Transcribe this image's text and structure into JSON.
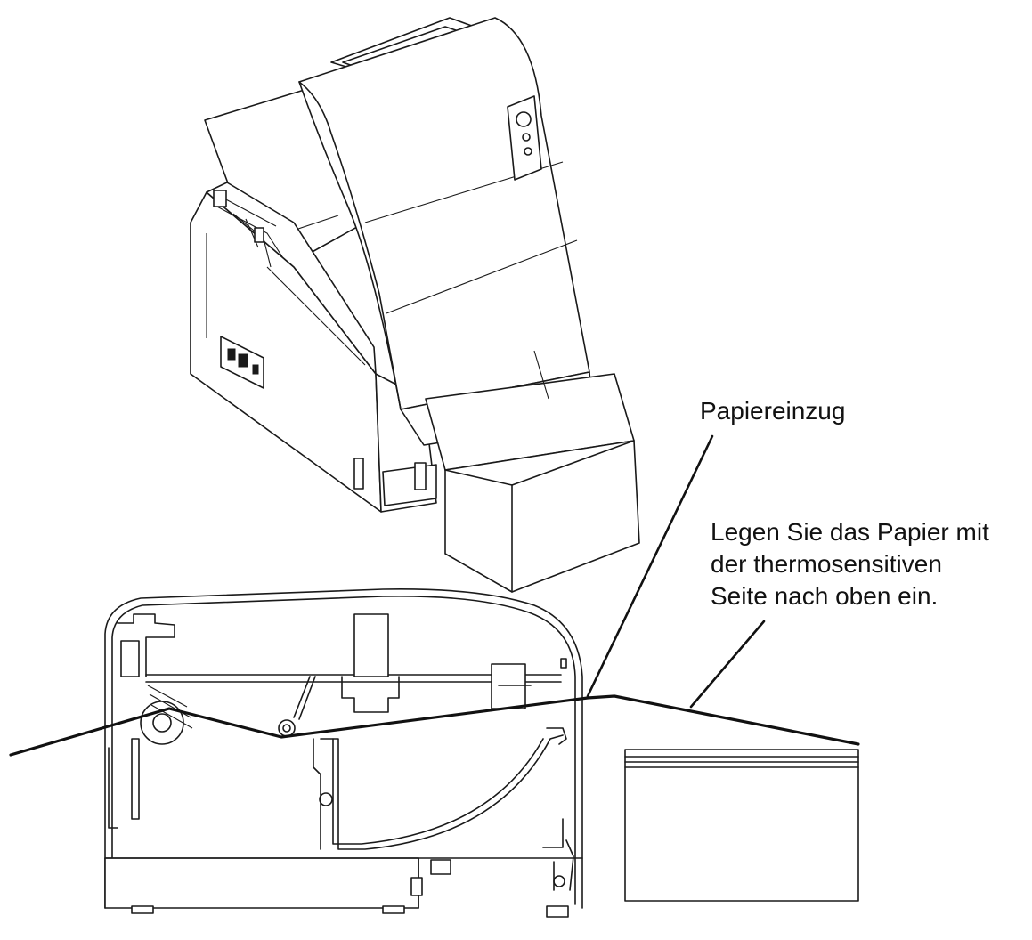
{
  "labels": {
    "paper_feed": "Papiereinzug",
    "instruction_line1": "Legen Sie das Papier mit",
    "instruction_line2": "der thermosensitiven",
    "instruction_line3": "Seite nach oben ein."
  },
  "icons": {
    "printer_3d": "open-printer-icon",
    "printer_cross_section": "printer-cross-section-icon",
    "paper_roll": "paper-roll-icon"
  },
  "colors": {
    "line": "#1a1a1a",
    "background": "#ffffff"
  }
}
